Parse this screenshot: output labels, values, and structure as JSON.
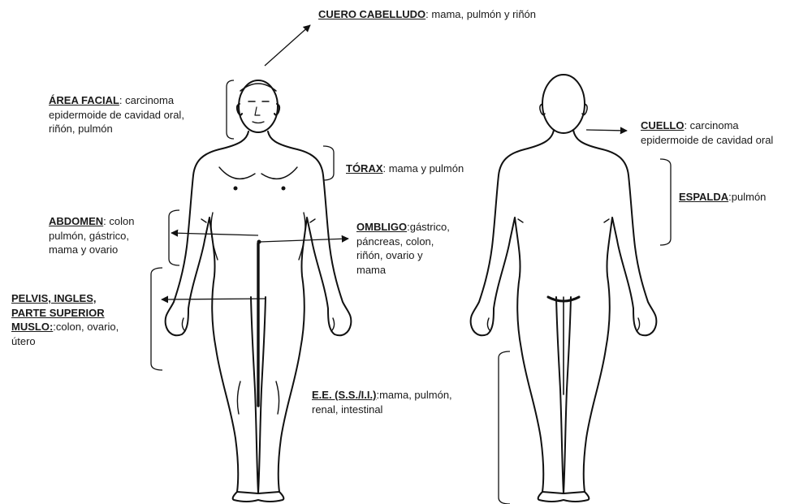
{
  "labels": {
    "cuero_cabelludo": {
      "heading": "CUERO CABELLUDO",
      "text": ": mama, pulmón y riñón"
    },
    "area_facial": {
      "heading": "ÁREA FACIAL",
      "text_1": ": carcinoma",
      "line_2": "epidermoide de cavidad oral,",
      "line_3": "riñón, pulmón"
    },
    "torax": {
      "heading": "TÓRAX",
      "text": ": mama y pulmón"
    },
    "abdomen": {
      "heading": "ABDOMEN",
      "text_1": ": colon",
      "line_2": "pulmón, gástrico,",
      "line_3": "mama y ovario"
    },
    "ombligo": {
      "heading": "OMBLIGO",
      "text_1": ":gástrico,",
      "line_2": "páncreas, colon,",
      "line_3": "riñón, ovario y",
      "line_4": "mama"
    },
    "pelvis": {
      "heading_1": "PELVIS, INGLES,",
      "heading_2": "PARTE SUPERIOR",
      "heading_3": "MUSLO:",
      "text_3": ":colon, ovario,",
      "line_4": "útero"
    },
    "ee": {
      "heading": "E.E. (S.S./I.I.)",
      "text_1": ":mama, pulmón,",
      "line_2": "renal, intestinal"
    },
    "cuello": {
      "heading": "CUELLO",
      "text_1": ": carcinoma",
      "line_2": "epidermoide de cavidad oral"
    },
    "espalda": {
      "heading": "ESPALDA",
      "text": ":pulmón"
    }
  },
  "figures": [
    "front-view",
    "back-view"
  ]
}
